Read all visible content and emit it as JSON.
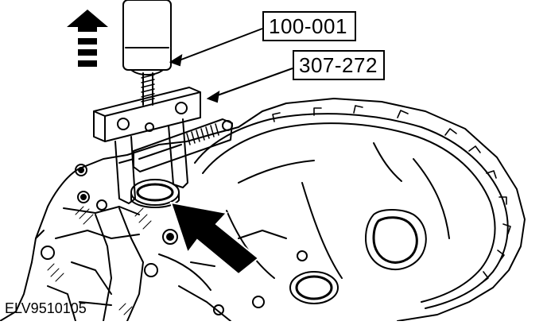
{
  "callouts": {
    "tool_a": "100-001",
    "tool_b": "307-272"
  },
  "figure_id": "ELV9510105",
  "colors": {
    "ink": "#000000",
    "paper": "#ffffff"
  },
  "icons": {
    "motion_indicator": "arrow-up-with-dashes-icon",
    "pointer": "arrow-pointer-icon"
  }
}
